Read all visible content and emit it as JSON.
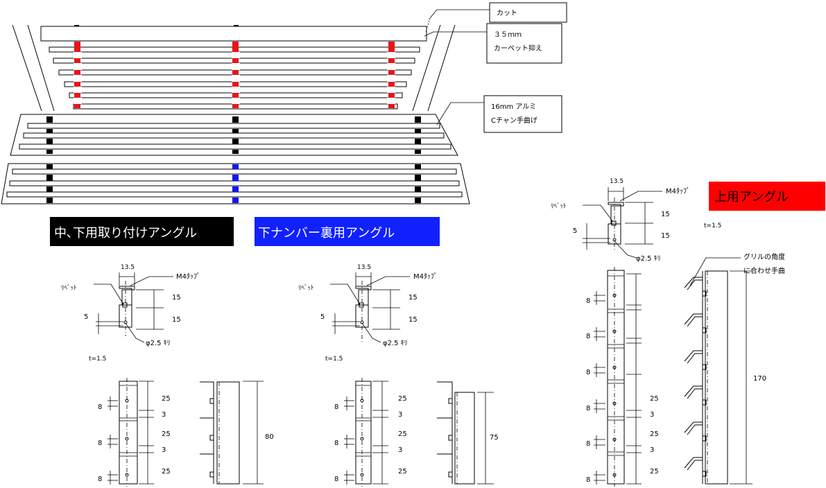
{
  "callouts": {
    "cut": "カット",
    "carpet_line1": "３５ｍｍ",
    "carpet_line2": "カーペット抑え",
    "channel_line1": "16mm アルミ",
    "channel_line2": "Cチャン手曲げ",
    "grille_line1": "グリルの角度",
    "grille_line2": "に合わせ手曲"
  },
  "banners": {
    "mid_lower": "中､下用取り付けアングル",
    "under_number": "下ナンバー裏用アングル",
    "upper": "上用アングル"
  },
  "colors": {
    "red": "#e8141a",
    "blue": "#1414f0",
    "black": "#000000",
    "banner_blue": "#1020ff",
    "banner_red": "#ff0000"
  },
  "labels": {
    "width": "13.5",
    "tap": "M4ﾀｯﾌﾟ",
    "rivet": "ﾘﾍﾞｯﾄ",
    "hole": "φ2.5 ｷﾘ",
    "thickness": "t=1.5",
    "five": "5",
    "fifteen": "15",
    "eight": "8",
    "twentyfive": "25",
    "three": "3"
  },
  "heights": {
    "mid_lower": "80",
    "under_number": "75",
    "upper": "170"
  }
}
